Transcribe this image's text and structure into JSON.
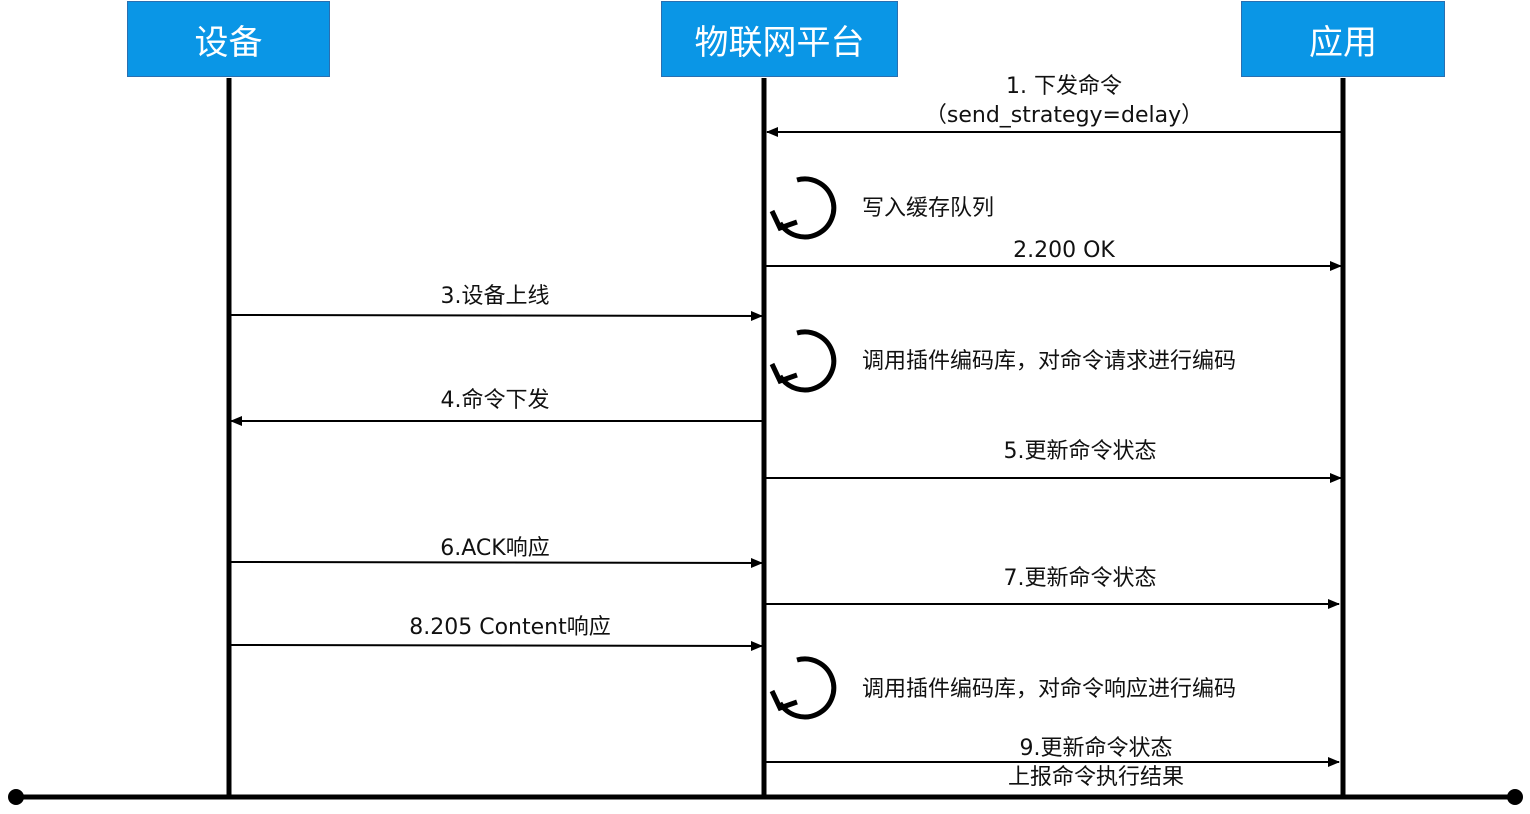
{
  "participants": {
    "device": "设备",
    "platform": "物联网平台",
    "application": "应用"
  },
  "steps": {
    "s1_line1": "1. 下发命令",
    "s1_line2": "（send_strategy=delay）",
    "self_write_cache": "写入缓存队列",
    "s2": "2.200 OK",
    "s3": "3.设备上线",
    "self_encode_request": "调用插件编码库，对命令请求进行编码",
    "s4": "4.命令下发",
    "s5": "5.更新命令状态",
    "s6": "6.ACK响应",
    "s7": "7.更新命令状态",
    "s8": "8.205 Content响应",
    "self_encode_response": "调用插件编码库，对命令响应进行编码",
    "s9_line1": "9.更新命令状态",
    "s9_line2": "上报命令执行结果"
  },
  "colors": {
    "participant_fill": "#0a96e6",
    "participant_border": "#2a6fb0",
    "participant_text": "#ffffff",
    "line": "#000000"
  }
}
